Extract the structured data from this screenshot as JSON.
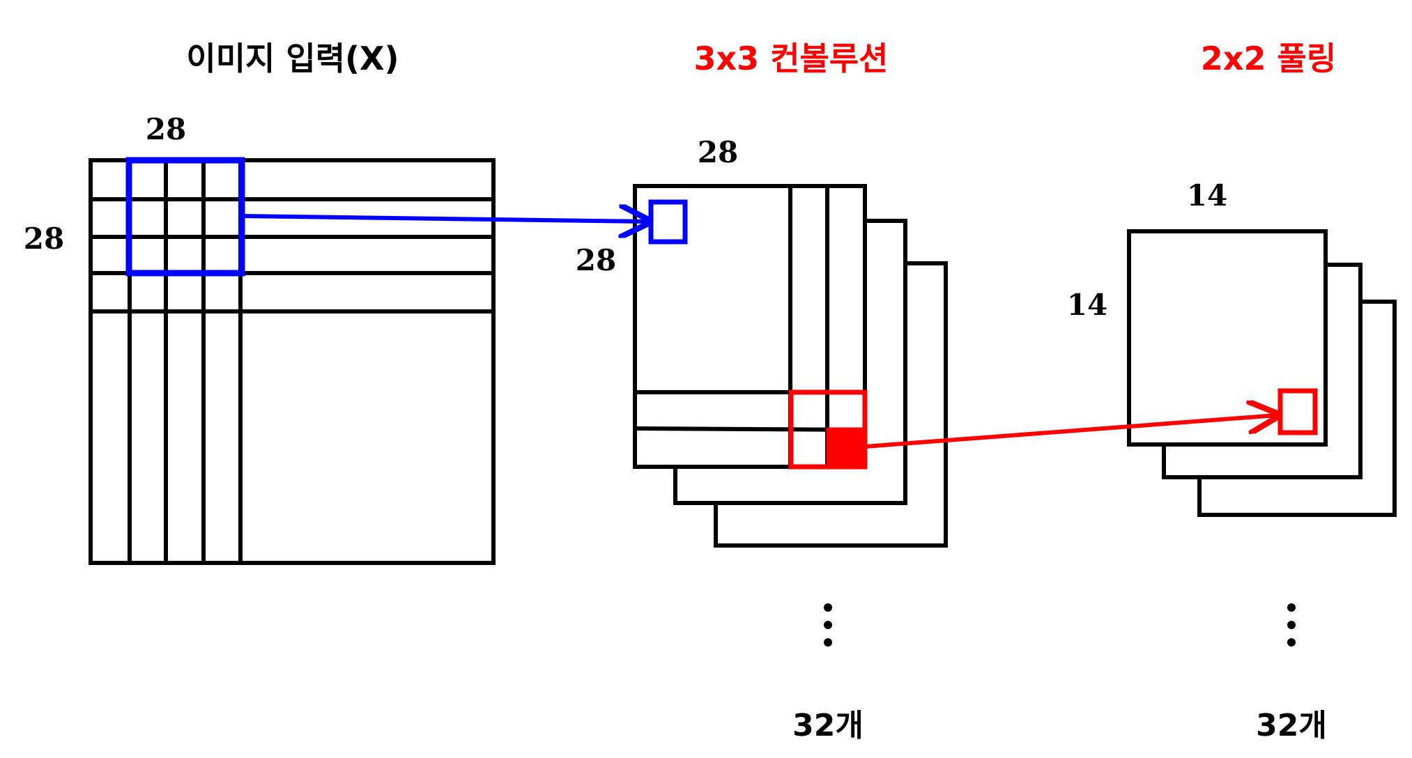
{
  "colors": {
    "input_title": "#000000",
    "conv_title": "#ff0000",
    "pool_title": "#ff0000",
    "blue": "#0000ff",
    "red": "#ff0000",
    "stroke": "#000000"
  },
  "input": {
    "title": "이미지 입력(X)",
    "width_label": "28",
    "height_label": "28"
  },
  "conv": {
    "title": "3x3 컨볼루션",
    "width_label": "28",
    "height_label": "28",
    "count_label": "32개",
    "ellipsis": "⋮"
  },
  "pool": {
    "title": "2x2 풀링",
    "width_label": "14",
    "height_label": "14",
    "count_label": "32개",
    "ellipsis": "⋮"
  }
}
